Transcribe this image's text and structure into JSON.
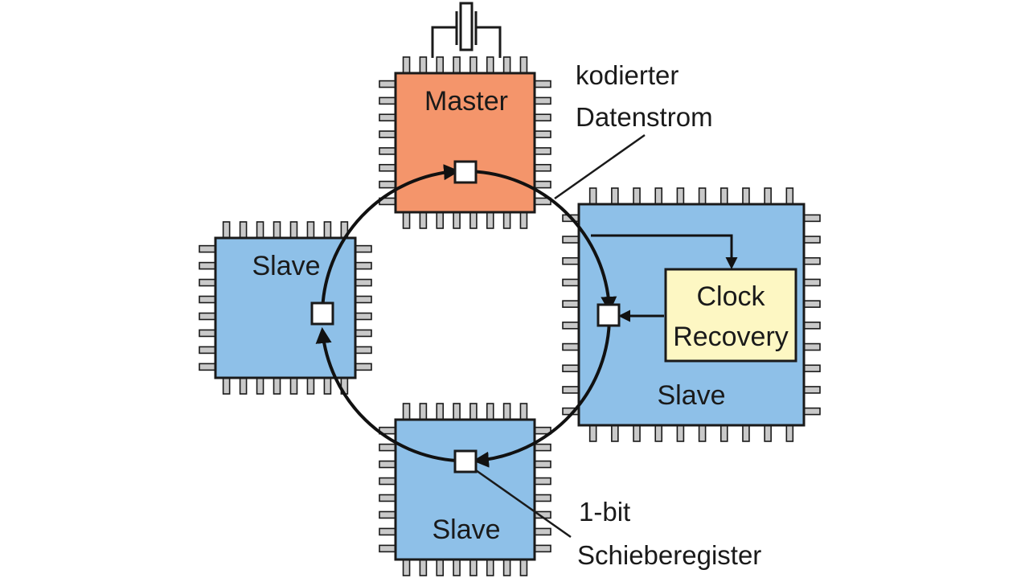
{
  "chips": {
    "master": {
      "label": "Master",
      "fill": "#f4956b"
    },
    "slave_left": {
      "label": "Slave",
      "fill": "#8ec0e8"
    },
    "slave_right": {
      "label": "Slave",
      "fill": "#8ec0e8"
    },
    "slave_bottom": {
      "label": "Slave",
      "fill": "#8ec0e8"
    }
  },
  "clock_recovery": {
    "line1": "Clock",
    "line2": "Recovery",
    "fill": "#fdf7c3"
  },
  "annotations": {
    "datastream": {
      "line1": "kodierter",
      "line2": "Datenstrom"
    },
    "shift_register": {
      "line1": "1-bit",
      "line2": "Schieberegister"
    }
  },
  "colors": {
    "pin": "#c9c9c9",
    "outline": "#1a1a1a",
    "ring": "#111111"
  }
}
